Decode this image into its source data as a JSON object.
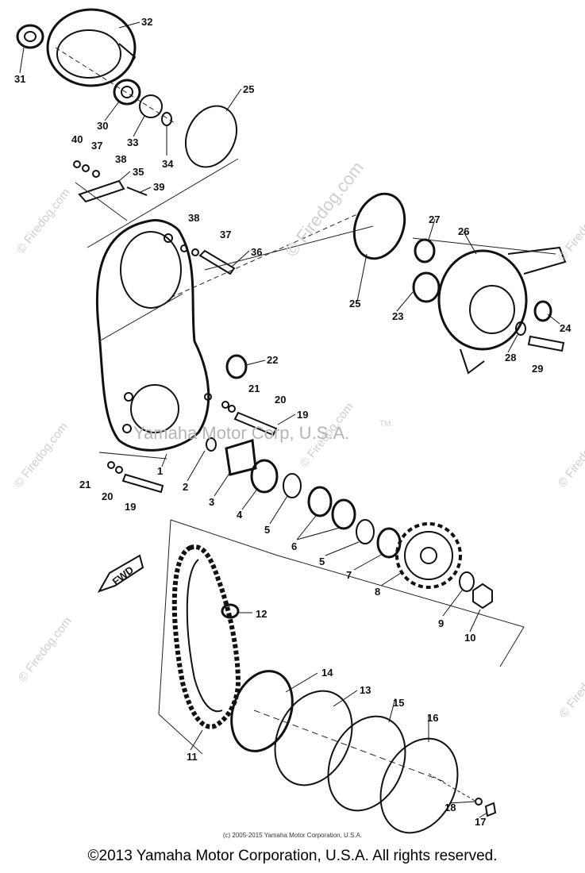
{
  "diagram": {
    "callouts": [
      "1",
      "2",
      "3",
      "4",
      "5",
      "5",
      "6",
      "7",
      "8",
      "9",
      "10",
      "11",
      "12",
      "13",
      "14",
      "15",
      "16",
      "17",
      "18",
      "19",
      "19",
      "20",
      "20",
      "21",
      "21",
      "22",
      "23",
      "24",
      "25",
      "25",
      "26",
      "27",
      "28",
      "29",
      "30",
      "31",
      "32",
      "33",
      "34",
      "35",
      "36",
      "37",
      "37",
      "38",
      "38",
      "39",
      "40"
    ],
    "direction_label": "FWD",
    "watermarks": {
      "site_big": "© Firedog.com",
      "site_small": "© Firedog.com",
      "brand": "Yamaha Motor Corp, U.S.A.",
      "trademark": "TM"
    },
    "small_copyright": "(c) 2005-2015 Yamaha Motor Corporation, U.S.A.",
    "footer": "©2013 Yamaha Motor Corporation, U.S.A. All rights reserved."
  }
}
